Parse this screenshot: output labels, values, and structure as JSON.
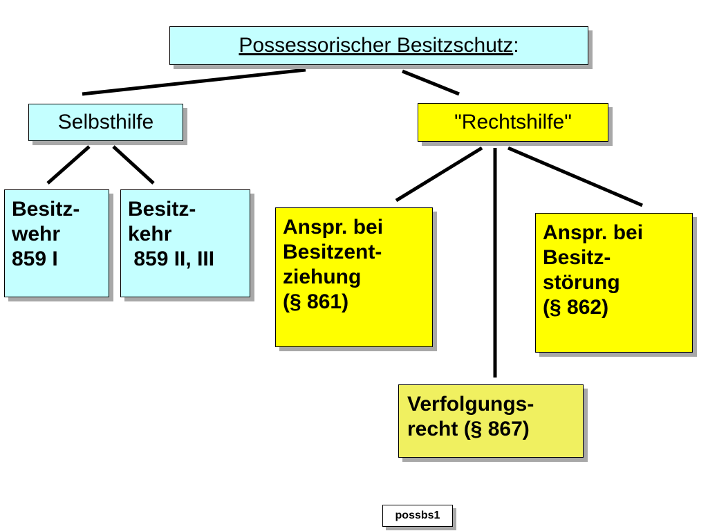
{
  "title": {
    "text": "Possessorischer Besitzschutz",
    "suffix": ":"
  },
  "nodes": {
    "selbsthilfe": {
      "lines": [
        "Selbsthilfe"
      ]
    },
    "rechtshilfe": {
      "lines": [
        "\"Rechtshilfe\""
      ]
    },
    "besitzwehr": {
      "lines": [
        "Besitz-",
        "wehr",
        "859 I"
      ]
    },
    "besitzkehr": {
      "lines": [
        "Besitz-",
        "kehr",
        " 859 II, III"
      ]
    },
    "entziehung": {
      "lines": [
        "Anspr. bei",
        "Besitzent-",
        "ziehung",
        "(§ 861)"
      ]
    },
    "stoerung": {
      "lines": [
        "Anspr. bei",
        "Besitz-",
        "störung",
        "(§ 862)"
      ]
    },
    "verfolgung": {
      "lines": [
        "Verfolgungs-",
        "recht (§ 867)"
      ]
    }
  },
  "slide_code": "possbs1",
  "colors": {
    "cyan_box": "#c4ffff",
    "yellow_box": "#ffff00",
    "olive_box": "#f0f060",
    "shadow": "#a8a8a8"
  }
}
